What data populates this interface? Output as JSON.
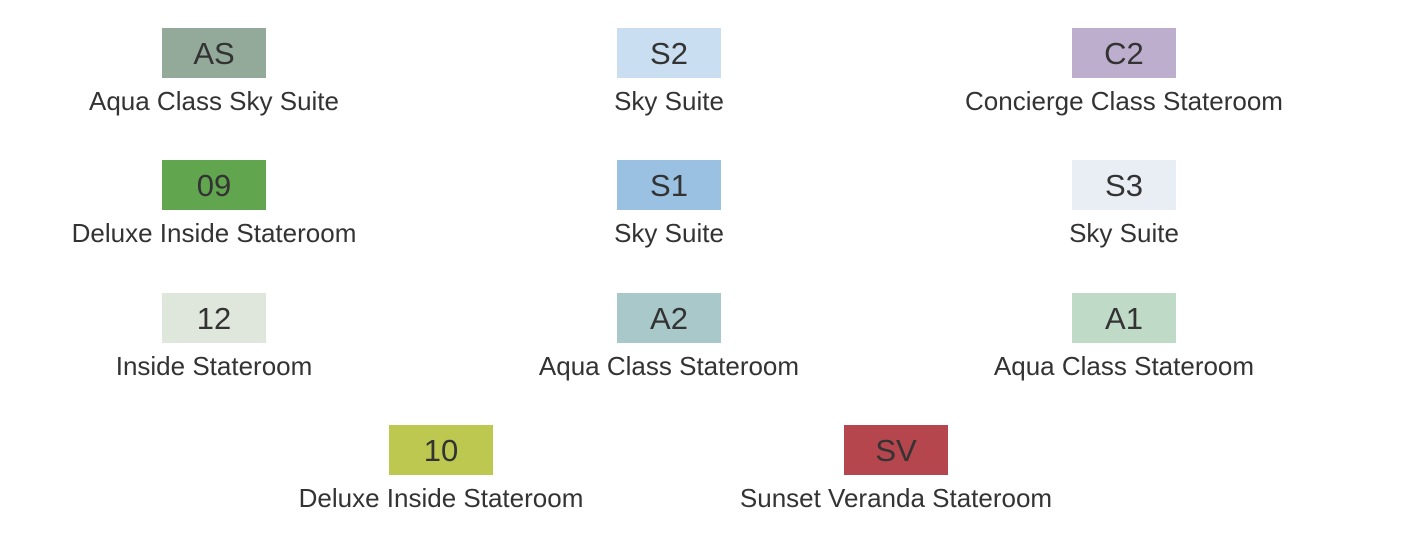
{
  "legend": {
    "items": [
      {
        "code": "AS",
        "label": "Aqua Class Sky Suite",
        "color": "#93a99a"
      },
      {
        "code": "S2",
        "label": "Sky Suite",
        "color": "#cadef2"
      },
      {
        "code": "C2",
        "label": "Concierge Class Stateroom",
        "color": "#bcaecc"
      },
      {
        "code": "09",
        "label": "Deluxe Inside Stateroom",
        "color": "#61a54f"
      },
      {
        "code": "S1",
        "label": "Sky Suite",
        "color": "#9ac0e2"
      },
      {
        "code": "S3",
        "label": "Sky Suite",
        "color": "#e9eef5"
      },
      {
        "code": "12",
        "label": "Inside Stateroom",
        "color": "#dfe6dc"
      },
      {
        "code": "A2",
        "label": "Aqua Class Stateroom",
        "color": "#a9c8c9"
      },
      {
        "code": "A1",
        "label": "Aqua Class Stateroom",
        "color": "#c0dac8"
      },
      {
        "code": "10",
        "label": "Deluxe Inside Stateroom",
        "color": "#bcc84f"
      },
      {
        "code": "SV",
        "label": "Sunset Veranda Stateroom",
        "color": "#b5464d"
      }
    ]
  }
}
